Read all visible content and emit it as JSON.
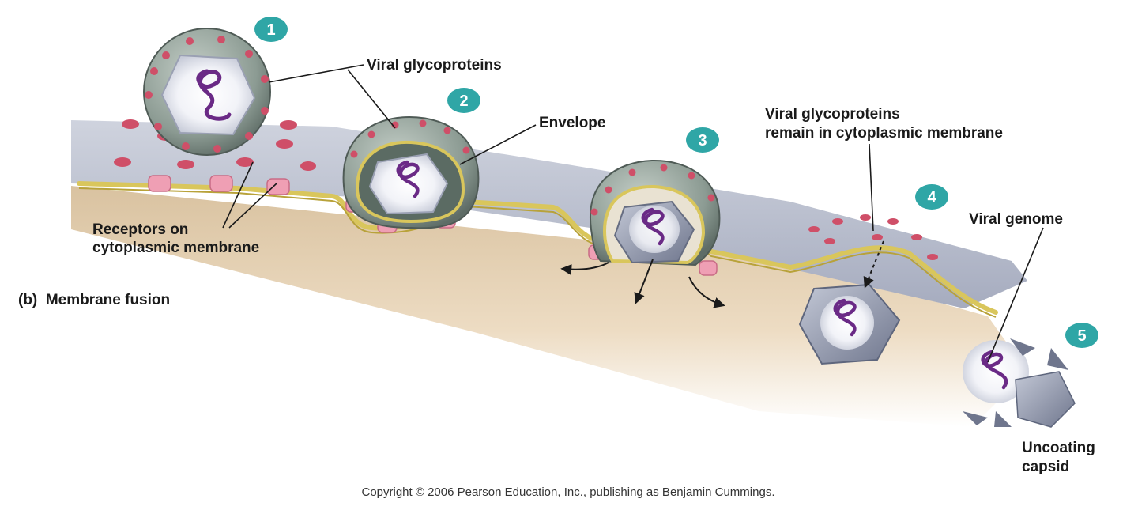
{
  "steps": [
    "1",
    "2",
    "3",
    "4",
    "5"
  ],
  "labels": {
    "viral_glycoproteins": "Viral glycoproteins",
    "envelope": "Envelope",
    "remain_line1": "Viral glycoproteins",
    "remain_line2": "remain in cytoplasmic membrane",
    "receptors_line1": "Receptors on",
    "receptors_line2": "cytoplasmic membrane",
    "panel_title": "(b)  Membrane fusion",
    "viral_genome": "Viral genome",
    "uncoating_line1": "Uncoating",
    "uncoating_line2": "capsid"
  },
  "copyright": "Copyright © 2006 Pearson Education, Inc., publishing as Benjamin Cummings.",
  "colors": {
    "badge": "#2fa6a6",
    "membrane_top": "#b7bccb",
    "cytoplasm": "#e6d3b6",
    "envelope": "#8f9e96",
    "glycoprotein": "#cf4f68",
    "receptor": "#ef9fb4",
    "lipid": "#e9d66a",
    "genome": "#6a2a86",
    "capsid": "#9098ad"
  }
}
